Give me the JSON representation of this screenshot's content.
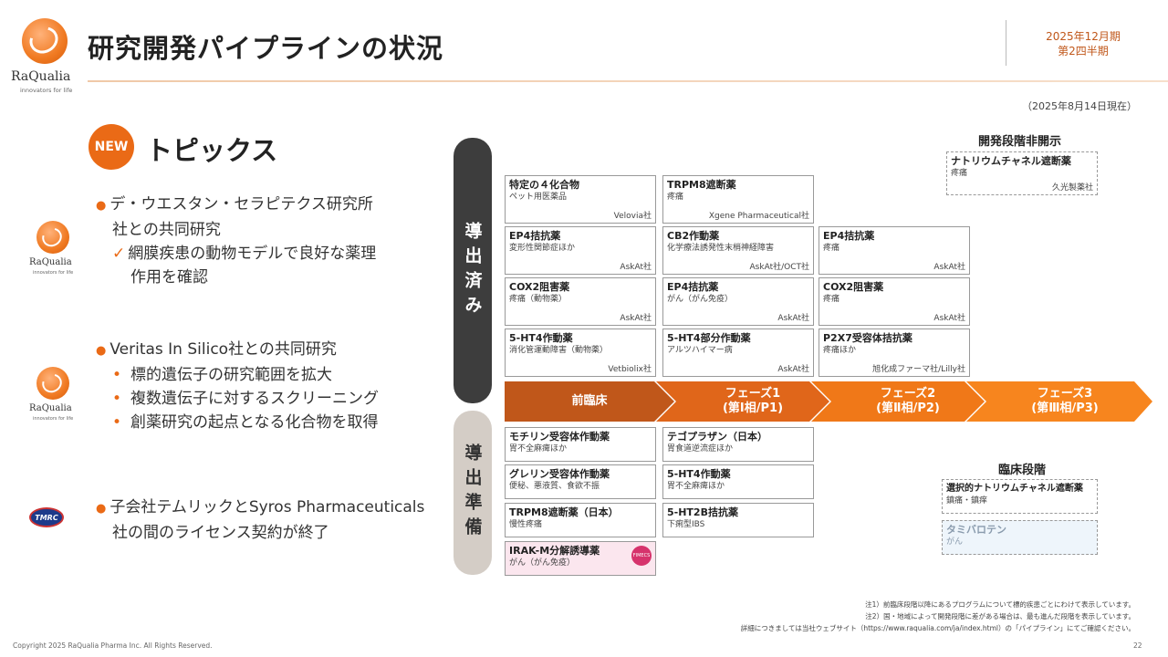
{
  "header": {
    "logo_text": "RaQualia",
    "logo_sub": "innovators for life",
    "title": "研究開発パイプラインの状況",
    "period_year": "2025年12月期",
    "period_quarter": "第2四半期",
    "as_of": "（2025年8月14日現在）"
  },
  "topics": {
    "badge": "NEW",
    "title": "トピックス",
    "items": [
      {
        "line1": "デ・ウエスタン・セラピテクス研究所",
        "line2": "社との共同研究",
        "check1": "網膜疾患の動物モデルで良好な薬理",
        "check2": "作用を確認"
      },
      {
        "line1": "Veritas In Silico社との共同研究",
        "subs": [
          "標的遺伝子の研究範囲を拡大",
          "複数遺伝子に対するスクリーニング",
          "創薬研究の起点となる化合物を取得"
        ]
      },
      {
        "line1": "子会社テムリックとSyros Pharmaceuticals",
        "line2": "社の間のライセンス契約が終了"
      }
    ],
    "tmrc_logo": "TMRC"
  },
  "pipeline": {
    "licensed_label": "導出済み",
    "preparing_label": "導出準備",
    "phases": [
      {
        "line1": "前臨床",
        "line2": ""
      },
      {
        "line1": "フェーズ1",
        "line2": "(第Ⅰ相/P1)"
      },
      {
        "line1": "フェーズ2",
        "line2": "(第Ⅱ相/P2)"
      },
      {
        "line1": "フェーズ3",
        "line2": "(第Ⅲ相/P3)"
      }
    ],
    "licensed": [
      {
        "name": "特定の４化合物",
        "ind": "ペット用医薬品",
        "co": "Velovia社"
      },
      {
        "name": "TRPM8遮断薬",
        "ind": "疼痛",
        "co": "Xgene Pharmaceutical社"
      },
      {
        "name": "EP4拮抗薬",
        "ind": "変形性関節症ほか",
        "co": "AskAt社"
      },
      {
        "name": "CB2作動薬",
        "ind": "化学療法誘発性末梢神経障害",
        "co": "AskAt社/OCT社"
      },
      {
        "name": "EP4拮抗薬",
        "ind": "疼痛",
        "co": "AskAt社"
      },
      {
        "name": "COX2阻害薬",
        "ind": "疼痛（動物薬）",
        "co": "AskAt社"
      },
      {
        "name": "EP4拮抗薬",
        "ind": "がん（がん免疫）",
        "co": "AskAt社"
      },
      {
        "name": "COX2阻害薬",
        "ind": "疼痛",
        "co": "AskAt社"
      },
      {
        "name": "5-HT4作動薬",
        "ind": "消化管運動障害（動物薬）",
        "co": "Vetbiolix社"
      },
      {
        "name": "5-HT4部分作動薬",
        "ind": "アルツハイマー病",
        "co": "AskAt社"
      },
      {
        "name": "P2X7受容体拮抗薬",
        "ind": "疼痛ほか",
        "co": "旭化成ファーマ社/Lilly社"
      }
    ],
    "preparing": [
      {
        "name": "モチリン受容体作動薬",
        "ind": "胃不全麻痺ほか"
      },
      {
        "name": "テゴプラザン（日本）",
        "ind": "胃食道逆流症ほか"
      },
      {
        "name": "グレリン受容体作動薬",
        "ind": "便秘、悪液質、食欲不振"
      },
      {
        "name": "5-HT4作動薬",
        "ind": "胃不全麻痺ほか"
      },
      {
        "name": "TRPM8遮断薬（日本）",
        "ind": "慢性疼痛"
      },
      {
        "name": "5-HT2B拮抗薬",
        "ind": "下痢型IBS"
      },
      {
        "name": "IRAK-M分解誘導薬",
        "ind": "がん（がん免疫）",
        "logo": "FIMECS"
      }
    ],
    "undisclosed": {
      "head": "開発段階非開示",
      "name": "ナトリウムチャネル遮断薬",
      "ind": "疼痛",
      "co": "久光製薬社"
    },
    "clinical": {
      "head": "臨床段階",
      "item1_name": "選択的ナトリウムチャネル遮断薬",
      "item1_ind": "鎮痛・鎮痒",
      "item2_name": "タミバロテン",
      "item2_ind": "がん"
    }
  },
  "footnotes": {
    "n1": "注1）前臨床段階以降にあるプログラムについて標的疾患ごとにわけて表示しています。",
    "n2": "注2）国・地域によって開発段階に差がある場合は、最も進んだ段階を表示しています。",
    "n3": "詳細につきましては当社ウェブサイト（https://www.raqualia.com/ja/index.html）の「パイプライン」にてご確認ください。"
  },
  "footer": {
    "copyright": "Copyright 2025 RaQualia Pharma Inc. All Rights Reserved.",
    "page": "22"
  },
  "colors": {
    "accent": "#ea6a16",
    "phase_dark": "#c0571a",
    "band_dark": "#3d3d3d",
    "band_light": "#d4cdc6"
  }
}
